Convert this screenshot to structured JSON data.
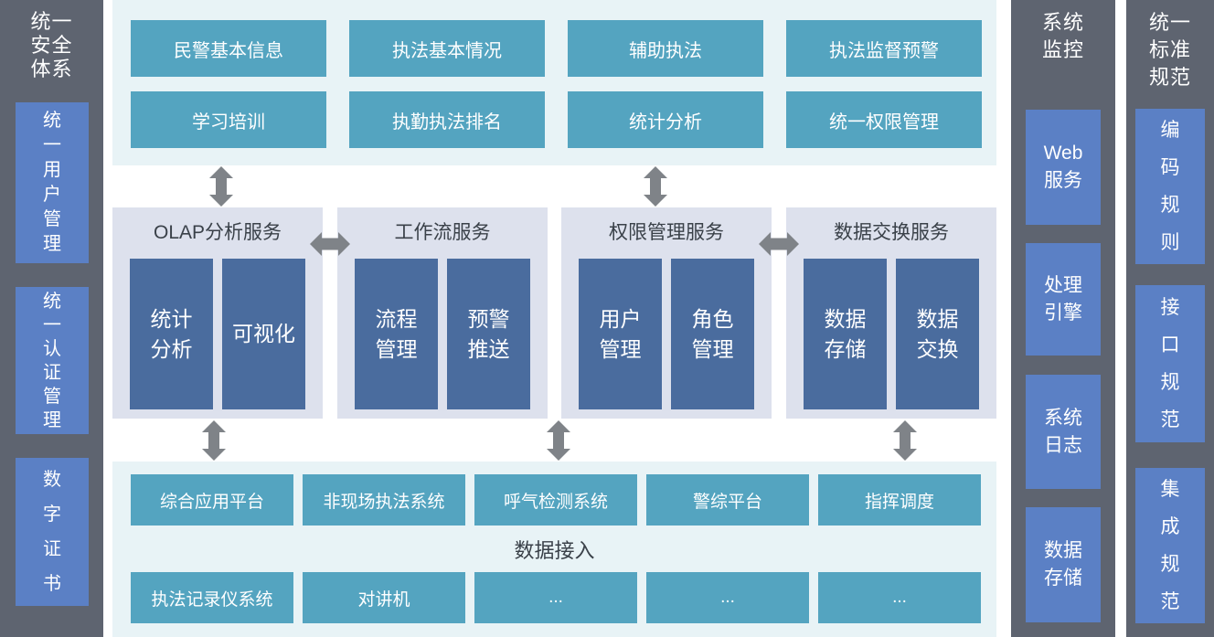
{
  "colors": {
    "sidebar_bg": "#5e6470",
    "sidebar_item_bg": "#5b80c5",
    "teal_box_bg": "#54a4c0",
    "light_cyan_bg": "#e8f3f6",
    "panel_bg": "#dde1ed",
    "panel_item_bg": "#4a6c9e",
    "arrow": "#7f8388",
    "dark_text": "#3a4149",
    "white_text": "#ffffff"
  },
  "icons": {
    "vertical_arrow": "double-arrow-vertical",
    "horizontal_arrow": "double-arrow-horizontal"
  },
  "left_sidebar": {
    "title": "统一\n安全\n体系",
    "items": [
      "统\n一\n用\n户\n管\n理",
      "统\n一\n认\n证\n管\n理",
      "数\n字\n证\n书"
    ]
  },
  "top_section": {
    "rows": [
      [
        "民警基本信息",
        "执法基本情况",
        "辅助执法",
        "执法监督预警"
      ],
      [
        "学习培训",
        "执勤执法排名",
        "统计分析",
        "统一权限管理"
      ]
    ]
  },
  "middle_section": {
    "panels": [
      {
        "title": "OLAP分析服务",
        "children": [
          "统计\n分析",
          "可视化"
        ]
      },
      {
        "title": "工作流服务",
        "children": [
          "流程\n管理",
          "预警\n推送"
        ]
      },
      {
        "title": "权限管理服务",
        "children": [
          "用户\n管理",
          "角色\n管理"
        ]
      },
      {
        "title": "数据交换服务",
        "children": [
          "数据\n存储",
          "数据\n交换"
        ]
      }
    ]
  },
  "bottom_section": {
    "row1": [
      "综合应用平台",
      "非现场执法系统",
      "呼气检测系统",
      "警综平台",
      "指挥调度"
    ],
    "label": "数据接入",
    "row2": [
      "执法记录仪系统",
      "对讲机",
      "...",
      "...",
      "..."
    ]
  },
  "right_monitor": {
    "title": "系统\n监控",
    "items": [
      "Web\n服务",
      "处理\n引擎",
      "系统\n日志",
      "数据\n存储"
    ]
  },
  "right_standard": {
    "title": "统一\n标准\n规范",
    "items": [
      "编\n码\n规\n则",
      "接\n口\n规\n范",
      "集\n成\n规\n范"
    ]
  }
}
